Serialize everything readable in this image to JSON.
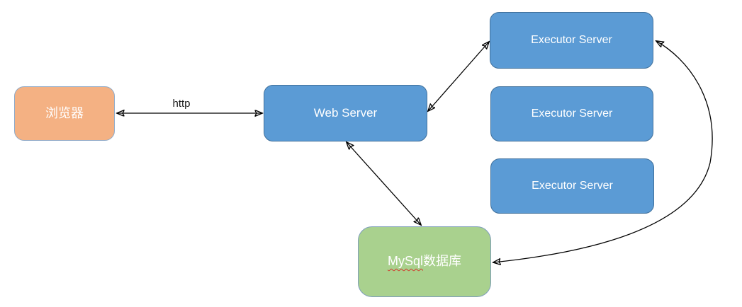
{
  "nodes": {
    "browser": {
      "label": "浏览器",
      "fill": "#F4B183"
    },
    "web_server": {
      "label": "Web Server",
      "fill": "#5B9BD5"
    },
    "executor": {
      "label": "Executor Server",
      "fill": "#5B9BD5",
      "count": 3
    },
    "mysql": {
      "label_en": "MySql",
      "label_zh": "数据库",
      "fill": "#A9D18E"
    }
  },
  "edges": [
    {
      "from": "browser",
      "to": "web_server",
      "label": "http",
      "arrows": "both",
      "shape": "straight"
    },
    {
      "from": "web_server",
      "to": "executor_1",
      "label": "",
      "arrows": "both",
      "shape": "straight"
    },
    {
      "from": "web_server",
      "to": "mysql",
      "label": "",
      "arrows": "both",
      "shape": "straight"
    },
    {
      "from": "mysql",
      "to": "executor_1",
      "label": "",
      "arrows": "both",
      "shape": "curved-right"
    }
  ],
  "colors": {
    "background": "#FFFFFF",
    "node_text": "#FFFFFF",
    "node_border_dark": "#41719C",
    "node_border_light": "#7E9DBC",
    "arrow": "#000000",
    "spellcheck_underline": "#D03A2B",
    "edge_label_text": "#1A1A1A"
  }
}
